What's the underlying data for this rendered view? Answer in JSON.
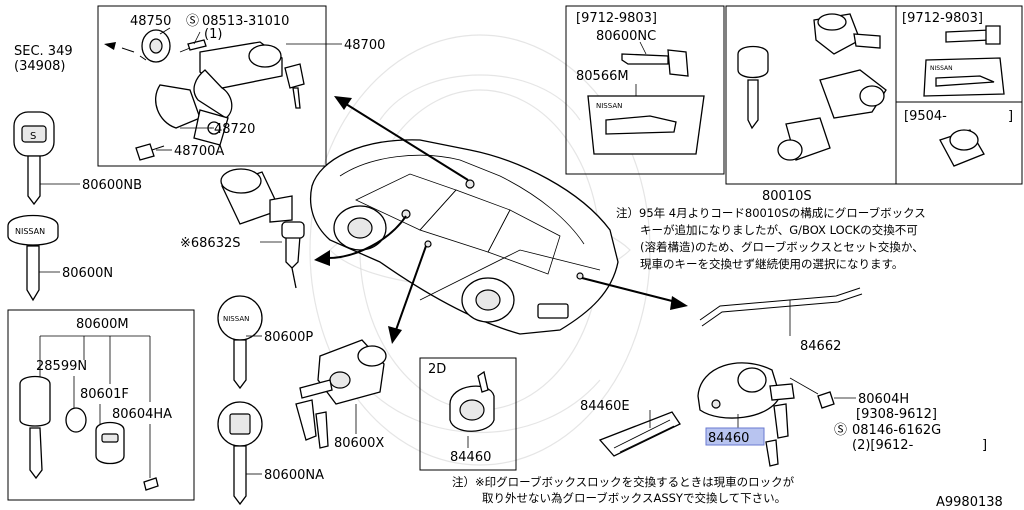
{
  "labels": {
    "p48750": "48750",
    "p08513": "08513-31010",
    "p08513_qty": "(1)",
    "sec349": "SEC. 349",
    "sec349_sub": "(34908)",
    "p48700": "48700",
    "p48720": "48720",
    "p48700A": "48700A",
    "p80600NB": "80600NB",
    "p80600N": "80600N",
    "p68632S": "※68632S",
    "p80600M": "80600M",
    "p28599N": "28599N",
    "p80601F": "80601F",
    "p80604HA": "80604HA",
    "p80600P": "80600P",
    "p80600NA": "80600NA",
    "p80600X": "80600X",
    "box2D": "2D",
    "p84460_2D": "84460",
    "p84460E": "84460E",
    "p84460": "84460",
    "p84662": "84662",
    "p80604H": "80604H",
    "p80604H_date": "[9308-9612]",
    "p08146": "08146-6162G",
    "p08146_qty": "(2)[9612-",
    "p08146_end": "]",
    "date_9712_left": "[9712-9803]",
    "p80600NC": "80600NC",
    "p80566M": "80566M",
    "date_9712_right": "[9712-9803]",
    "date_9504": "[9504-",
    "date_9504_end": "]",
    "p80010S": "80010S",
    "diagram_id": "A9980138",
    "key_brand": "NISSAN",
    "key_s": "S"
  },
  "notes": {
    "note1_line1": "注）95年 4月よりコード80010Sの構成にグローブボックス",
    "note1_line2": "キーが追加になりましたが、G/BOX LOCKの交換不可",
    "note1_line3": "(溶着構造)のため、グローブボックスとセット交換か、",
    "note1_line4": "現車のキーを交換せず継続使用の選択になります。",
    "note2_line1": "注）※印グローブボックスロックを交換するときは現車のロックが",
    "note2_line2": "取り外せない為グローブボックスASSYで交換して下さい。"
  },
  "highlight_color": "#b8c4f0"
}
